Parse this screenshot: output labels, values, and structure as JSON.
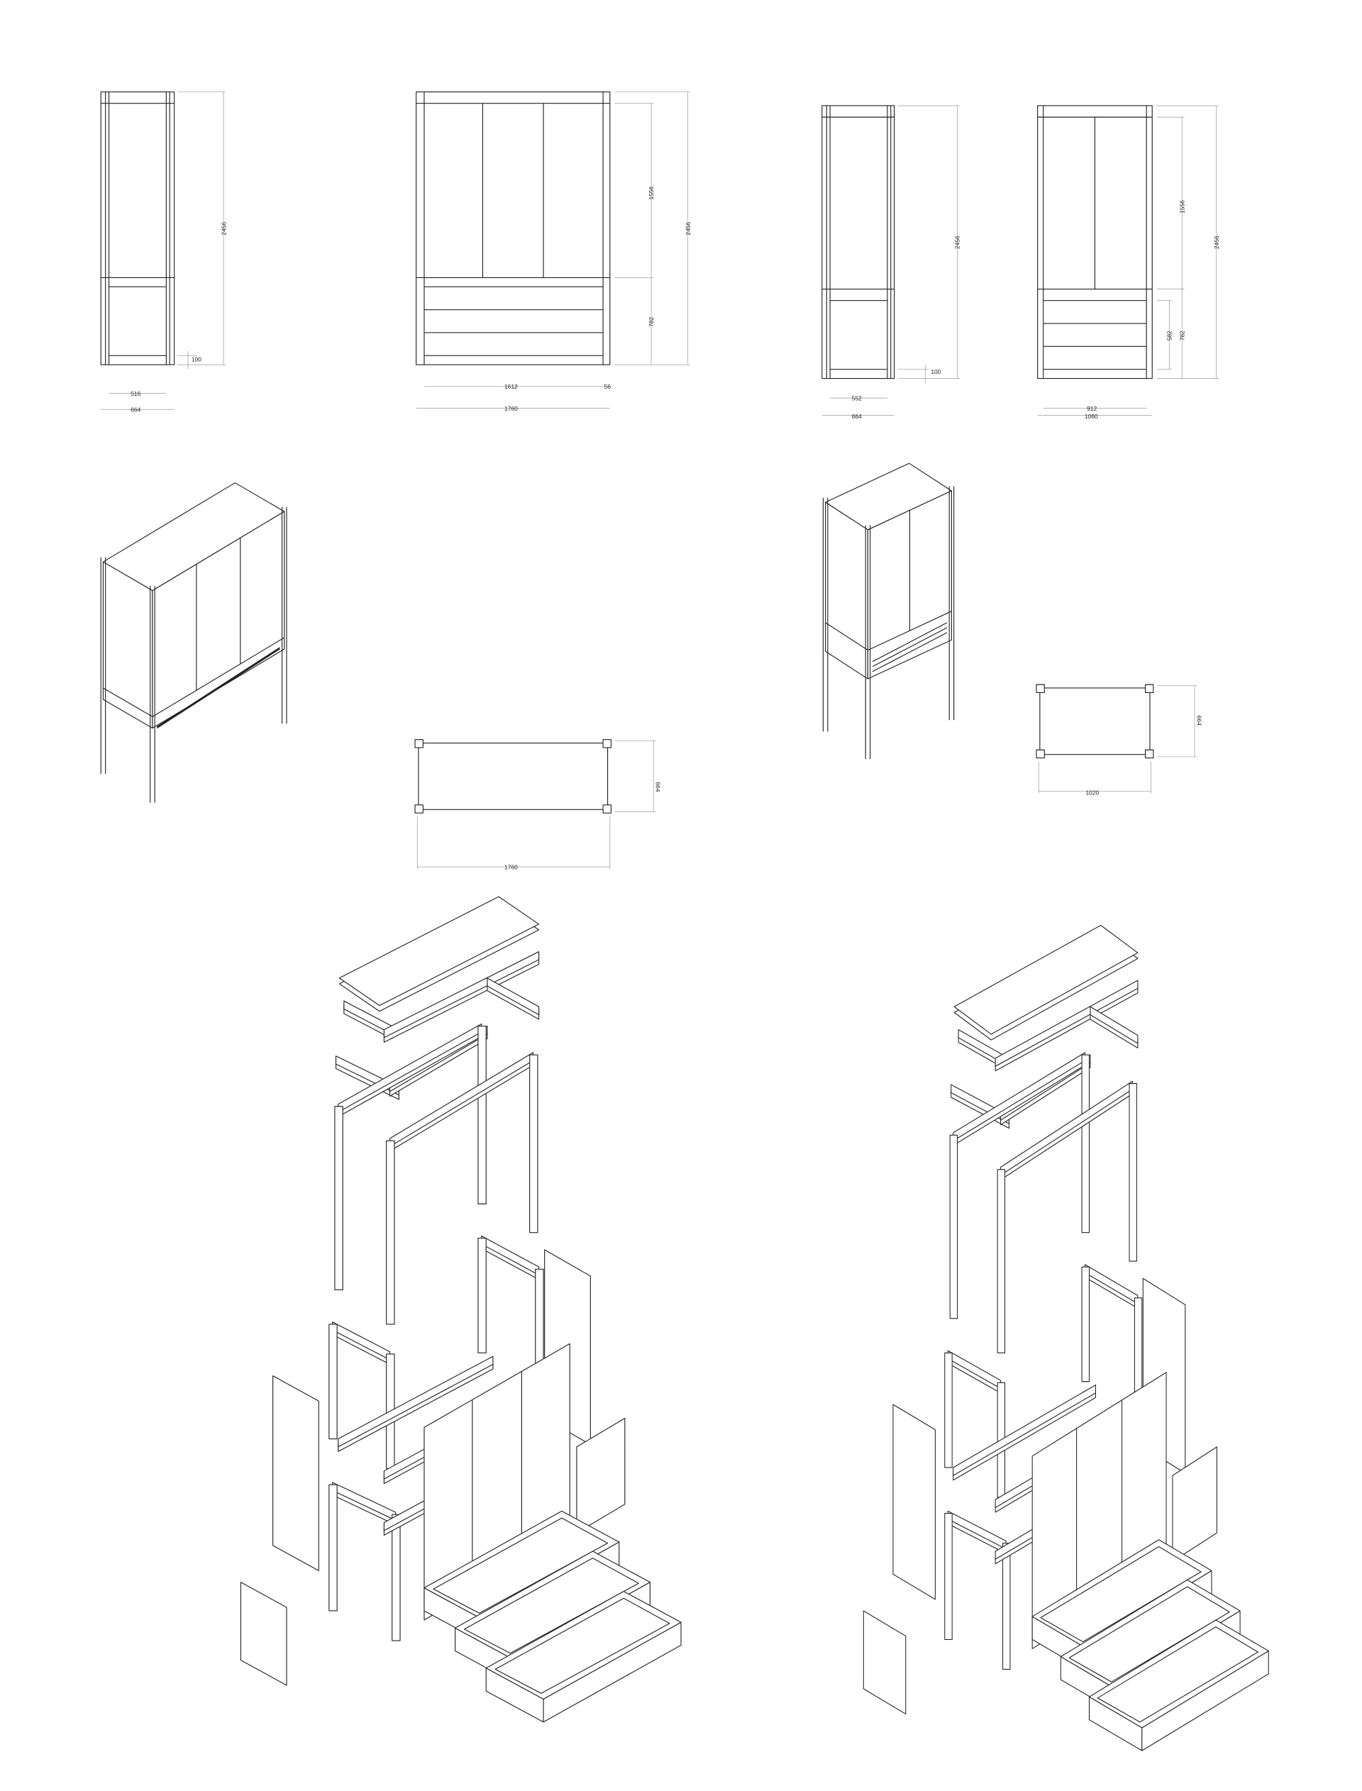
{
  "colors": {
    "line": "#222222",
    "dimension_line": "#9a9a9a",
    "background": "#ffffff"
  },
  "views": {
    "wardrobe_3door_side": {
      "height": "2456",
      "leg": "100",
      "inner_depth": "516",
      "depth": "664"
    },
    "wardrobe_3door_front": {
      "upper": "1556",
      "height": "2456",
      "lower": "782",
      "inner_width": "1612",
      "post": "56",
      "width": "1760"
    },
    "wardrobe_2door_side": {
      "height": "2456",
      "leg": "100",
      "inner_depth": "552",
      "depth": "664"
    },
    "wardrobe_2door_front": {
      "upper": "1556",
      "height": "2456",
      "drawers": "582",
      "lower": "782",
      "inner_width": "912",
      "width": "1060"
    },
    "plan_3door": {
      "depth": "664",
      "width": "1760"
    },
    "plan_2door": {
      "depth": "664",
      "width": "1020"
    }
  }
}
